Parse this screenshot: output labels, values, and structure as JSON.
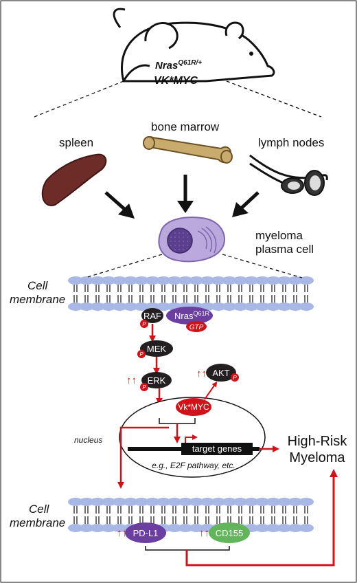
{
  "mouse": {
    "line1": "Nras",
    "line1_sup": "Q61R/+",
    "line2": "VK*MYC"
  },
  "organs": {
    "spleen": "spleen",
    "bone_marrow": "bone marrow",
    "lymph_nodes": "lymph nodes"
  },
  "cell": {
    "line1": "myeloma",
    "line2": "plasma cell"
  },
  "membrane_top": {
    "line1": "Cell",
    "line2": "membrane"
  },
  "membrane_bottom": {
    "line1": "Cell",
    "line2": "membrane"
  },
  "signaling": {
    "raf": "RAF",
    "nras": "Nras",
    "nras_sup": "Q61R",
    "gtp": "GTP",
    "mek": "MEK",
    "erk": "ERK",
    "akt": "AKT",
    "vkmyc": "Vk*MYC",
    "phospho": "P",
    "up_arrows": "↑↑"
  },
  "nucleus": {
    "label": "nucleus",
    "target_genes": "target genes",
    "example": "e.g., E2F pathway, etc."
  },
  "surface": {
    "pdl1": "PD-L1",
    "cd155": "CD155"
  },
  "outcome": {
    "line1": "High-Risk",
    "line2": "Myeloma"
  },
  "colors": {
    "red": "#d0121b",
    "dark": "#231f20",
    "purple": "#6b3fa0",
    "green": "#63b55b",
    "membrane": "#a8b8e6",
    "spleen": "#6e2c29",
    "bone": "#c9ab6e"
  }
}
